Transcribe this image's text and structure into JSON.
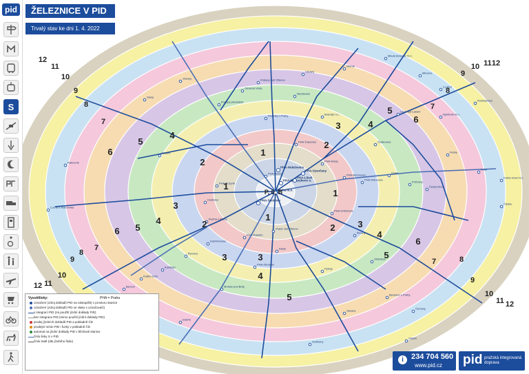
{
  "header": {
    "title": "ŽELEZNICE V PID",
    "subtitle": "Trvalý stav ke dni 1. 4. 2022"
  },
  "logo": "pid",
  "sidebar": {
    "modes": [
      {
        "name": "signpost-icon",
        "active": false
      },
      {
        "name": "metro-icon",
        "active": false
      },
      {
        "name": "bus-icon",
        "active": false
      },
      {
        "name": "tram-icon",
        "active": false
      },
      {
        "name": "train-icon",
        "active": true
      },
      {
        "name": "funicular-icon",
        "active": false
      },
      {
        "name": "ferry-icon",
        "active": false
      },
      {
        "name": "night-icon",
        "active": false
      },
      {
        "name": "park-and-ride-icon",
        "active": false
      },
      {
        "name": "truck-icon",
        "active": false
      },
      {
        "name": "ticket-machine-icon",
        "active": false
      },
      {
        "name": "wheelchair-icon",
        "active": false
      },
      {
        "name": "family-icon",
        "active": false
      },
      {
        "name": "airport-icon",
        "active": false
      },
      {
        "name": "stroller-icon",
        "active": false
      },
      {
        "name": "bicycle-icon",
        "active": false
      },
      {
        "name": "dog-icon",
        "active": false
      },
      {
        "name": "walking-icon",
        "active": false
      }
    ]
  },
  "zones": {
    "colors": [
      "#d9d2c0",
      "#f6f1a3",
      "#c9e2f3",
      "#f5c8dc",
      "#f7dcb2",
      "#d7c6e6",
      "#c8e8c2",
      "#f4efb0",
      "#c9d6f0",
      "#f2c8c8",
      "#e3ddc9",
      "#ccd6e6",
      "#eef0f4"
    ],
    "labels": [
      {
        "text": "P, 0, B",
        "kind": "center"
      },
      {
        "text": "1",
        "kind": "inner"
      },
      {
        "text": "1",
        "kind": "inner"
      },
      {
        "text": "1",
        "kind": "inner"
      },
      {
        "text": "1",
        "kind": "inner"
      },
      {
        "text": "2",
        "kind": "inner"
      },
      {
        "text": "2",
        "kind": "inner"
      },
      {
        "text": "2",
        "kind": "inner"
      },
      {
        "text": "2",
        "kind": "inner"
      },
      {
        "text": "3",
        "kind": "inner"
      },
      {
        "text": "3",
        "kind": "inner"
      },
      {
        "text": "3",
        "kind": "inner"
      },
      {
        "text": "3",
        "kind": "inner"
      },
      {
        "text": "3",
        "kind": "inner"
      },
      {
        "text": "4",
        "kind": "inner"
      },
      {
        "text": "4",
        "kind": "inner"
      },
      {
        "text": "4",
        "kind": "inner"
      },
      {
        "text": "4",
        "kind": "inner"
      },
      {
        "text": "4",
        "kind": "inner"
      },
      {
        "text": "5",
        "kind": "inner"
      },
      {
        "text": "5",
        "kind": "inner"
      },
      {
        "text": "5",
        "kind": "inner"
      },
      {
        "text": "5",
        "kind": "inner"
      },
      {
        "text": "5",
        "kind": "inner"
      },
      {
        "text": "6",
        "kind": "inner"
      },
      {
        "text": "6",
        "kind": "inner"
      },
      {
        "text": "6",
        "kind": "inner"
      },
      {
        "text": "6",
        "kind": "inner"
      },
      {
        "text": "7",
        "kind": "outer"
      },
      {
        "text": "7",
        "kind": "outer"
      },
      {
        "text": "7",
        "kind": "outer"
      },
      {
        "text": "7",
        "kind": "outer"
      },
      {
        "text": "8",
        "kind": "outer"
      },
      {
        "text": "8",
        "kind": "outer"
      },
      {
        "text": "8",
        "kind": "outer"
      },
      {
        "text": "8",
        "kind": "outer"
      },
      {
        "text": "9",
        "kind": "outer"
      },
      {
        "text": "9",
        "kind": "outer"
      },
      {
        "text": "9",
        "kind": "outer"
      },
      {
        "text": "9",
        "kind": "outer"
      },
      {
        "text": "10",
        "kind": "outer"
      },
      {
        "text": "10",
        "kind": "outer"
      },
      {
        "text": "10",
        "kind": "outer"
      },
      {
        "text": "10",
        "kind": "outer"
      },
      {
        "text": "11",
        "kind": "outer"
      },
      {
        "text": "11",
        "kind": "outer"
      },
      {
        "text": "11",
        "kind": "outer"
      },
      {
        "text": "11",
        "kind": "outer"
      },
      {
        "text": "12",
        "kind": "outer"
      },
      {
        "text": "12",
        "kind": "outer"
      },
      {
        "text": "12",
        "kind": "outer"
      },
      {
        "text": "12",
        "kind": "outer"
      }
    ]
  },
  "rail_colors": {
    "primary": "#1c4c9c",
    "secondary": "#4a6fb5"
  },
  "stations": [
    {
      "name": "Praha hl.n.",
      "style": "hub"
    },
    {
      "name": "PHA-Masarykovo n.",
      "style": "hub"
    },
    {
      "name": "PHA-Smíchov",
      "style": "hub"
    },
    {
      "name": "PHA-Libeň",
      "style": "hub"
    },
    {
      "name": "PHA-Vysočany",
      "style": "hub"
    },
    {
      "name": "PHA-Holešovice",
      "style": "hub"
    },
    {
      "name": "PHA-Bubny",
      "style": "normal"
    },
    {
      "name": "PHA-Radotín",
      "style": "normal"
    },
    {
      "name": "PHA-Uhříněves",
      "style": "normal"
    },
    {
      "name": "PHA-Běchovice",
      "style": "normal"
    },
    {
      "name": "PHA-Klánovice",
      "style": "normal"
    },
    {
      "name": "PHA-Čakovice",
      "style": "normal"
    },
    {
      "name": "PHA-Kbely",
      "style": "normal"
    },
    {
      "name": "PHA-Ruzyně",
      "style": "normal"
    },
    {
      "name": "PHA-Zbraslav",
      "style": "normal"
    },
    {
      "name": "Roztoky u Prahy",
      "style": "normal"
    },
    {
      "name": "Kralupy nad Vltavou",
      "style": "normal"
    },
    {
      "name": "Neratovice",
      "style": "normal"
    },
    {
      "name": "Všetaty",
      "style": "normal"
    },
    {
      "name": "Mělník",
      "style": "normal"
    },
    {
      "name": "Brandýs n.L.",
      "style": "normal"
    },
    {
      "name": "Čelákovice",
      "style": "normal"
    },
    {
      "name": "Lysá nad Labem",
      "style": "normal"
    },
    {
      "name": "Nymburk hl.n.",
      "style": "normal"
    },
    {
      "name": "Kolín",
      "style": "normal"
    },
    {
      "name": "Pečky",
      "style": "normal"
    },
    {
      "name": "Úvaly",
      "style": "normal"
    },
    {
      "name": "Český Brod",
      "style": "normal"
    },
    {
      "name": "Říčany",
      "style": "normal"
    },
    {
      "name": "Strančice",
      "style": "normal"
    },
    {
      "name": "Benešov u Prahy",
      "style": "normal"
    },
    {
      "name": "Čerčany",
      "style": "normal"
    },
    {
      "name": "Vrané nad Vltavou",
      "style": "normal"
    },
    {
      "name": "Davle",
      "style": "normal"
    },
    {
      "name": "Dobřichovice",
      "style": "normal"
    },
    {
      "name": "Řevnice",
      "style": "normal"
    },
    {
      "name": "Karlštejn",
      "style": "normal"
    },
    {
      "name": "Beroun",
      "style": "normal"
    },
    {
      "name": "Králův Dvůr",
      "style": "normal"
    },
    {
      "name": "Kladno",
      "style": "normal"
    },
    {
      "name": "Hostivice",
      "style": "normal"
    },
    {
      "name": "Rudná u Prahy",
      "style": "normal"
    },
    {
      "name": "Slaný",
      "style": "normal"
    },
    {
      "name": "Rakovník",
      "style": "normal"
    },
    {
      "name": "Dobříš",
      "style": "normal"
    },
    {
      "name": "Mladá Boleslav hl.n.",
      "style": "normal"
    },
    {
      "name": "Milovice",
      "style": "normal"
    },
    {
      "name": "Kutná Hora hl.n.",
      "style": "normal"
    },
    {
      "name": "Sázava",
      "style": "normal"
    },
    {
      "name": "Vlašim",
      "style": "normal"
    },
    {
      "name": "Sedlčany",
      "style": "normal"
    },
    {
      "name": "Zdice",
      "style": "normal"
    },
    {
      "name": "Lužná u Rakovníka",
      "style": "normal"
    },
    {
      "name": "Kralupy předměstí",
      "style": "normal"
    },
    {
      "name": "Velvary",
      "style": "normal"
    },
    {
      "name": "Odolena Voda",
      "style": "normal"
    },
    {
      "name": "Poříčany",
      "style": "normal"
    },
    {
      "name": "Pyšely",
      "style": "normal"
    },
    {
      "name": "Mníšek pod Brdy",
      "style": "normal"
    },
    {
      "name": "Čáslav",
      "style": "normal"
    },
    {
      "name": "Rožďalovice",
      "style": "normal"
    },
    {
      "name": "Loučeň",
      "style": "normal"
    }
  ],
  "legend": {
    "title": "Vysvětlivky:",
    "praha_note": "PHA = Praha",
    "items": [
      {
        "symbol": "dot",
        "color": "#1c4c9c",
        "text": "označení (zdroj dokladů PID na nástupišti) v prostoru stanice"
      },
      {
        "symbol": "dot",
        "color": "#4a6fb5",
        "text": "označení (zdroj dokladů PID ve vlaku s označovači)"
      },
      {
        "symbol": "line",
        "color": "#1c4c9c",
        "text": "s integrací PID (za použití jízdní doklady PID)"
      },
      {
        "symbol": "line",
        "color": "#9a9a9a",
        "text": "bez integrace PID (mimo použití jízdní doklady PID)"
      },
      {
        "symbol": "dot",
        "color": "#cc3333",
        "text": "prodej jízdních dokladů PID a pokladně ČD"
      },
      {
        "symbol": "dot",
        "color": "#e08a00",
        "text": "prodejní místo PID i fuzky v pokladně ČD"
      },
      {
        "symbol": "dot",
        "color": "#2c8a3e",
        "text": "automat na jízdní doklady PID v blízkosti stanice"
      },
      {
        "symbol": "line",
        "color": "#4a6fb5",
        "text": "číslo linky S v PID"
      },
      {
        "symbol": "line",
        "color": "#555555",
        "text": "číslo tratě (dle jízdního řádu)"
      }
    ]
  },
  "contact": {
    "phone": "234 704 560",
    "website": "www.pid.cz",
    "brand": "pid",
    "tagline": "pražská integrovaná doprava"
  }
}
